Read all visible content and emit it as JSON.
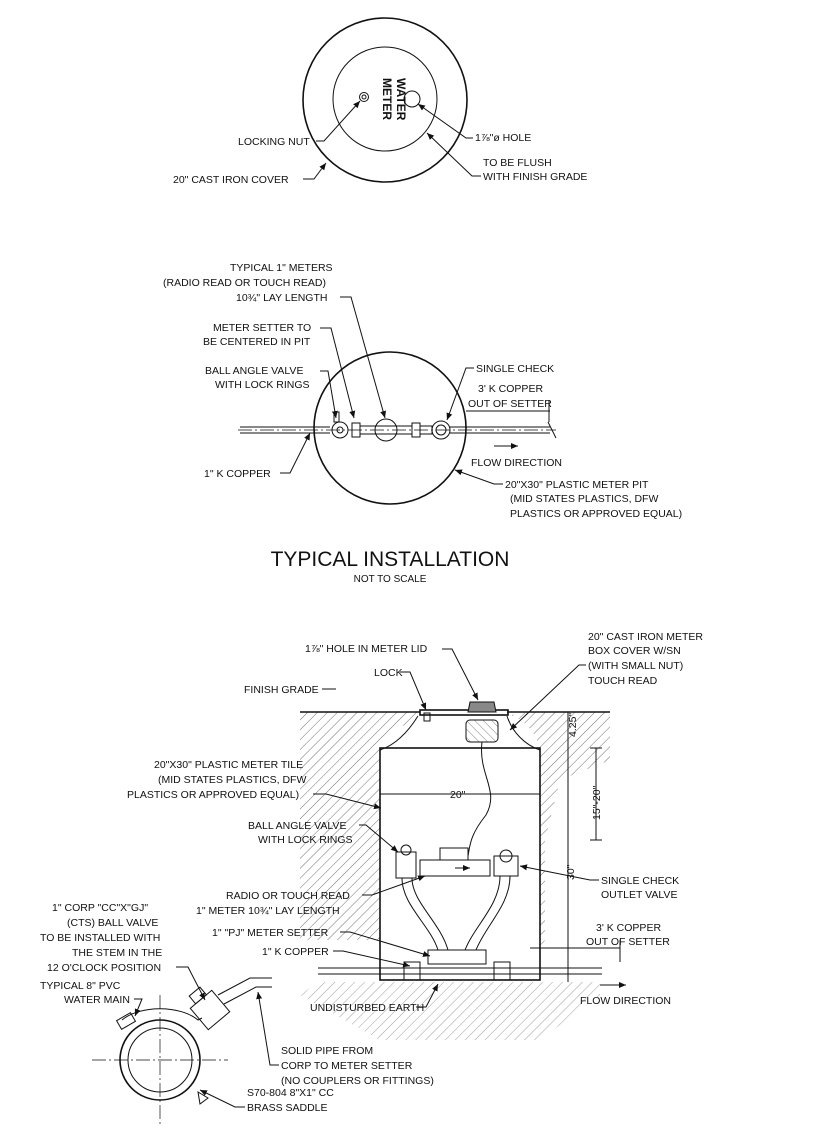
{
  "cover_view": {
    "lid_text_1": "WATER",
    "lid_text_2": "METER",
    "locking_nut": "LOCKING NUT",
    "cast_iron_cover": "20\" CAST IRON COVER",
    "hole": "1⅞\"ø HOLE",
    "flush_1": "TO BE FLUSH",
    "flush_2": "WITH FINISH GRADE"
  },
  "plan_view": {
    "meters_1": "TYPICAL 1\" METERS",
    "meters_2": "(RADIO READ OR TOUCH READ)",
    "meters_3": "10¾\" LAY LENGTH",
    "setter_1": "METER SETTER TO",
    "setter_2": "BE CENTERED IN PIT",
    "ball_1": "BALL ANGLE VALVE",
    "ball_2": "WITH LOCK RINGS",
    "single_check": "SINGLE CHECK",
    "copper_out_1": "3' K COPPER",
    "copper_out_2": "OUT OF SETTER",
    "k_copper": "1\" K COPPER",
    "flow": "FLOW DIRECTION",
    "pit_1": "20\"X30\" PLASTIC METER PIT",
    "pit_2": "(MID STATES PLASTICS, DFW",
    "pit_3": "PLASTICS OR APPROVED EQUAL)"
  },
  "title": {
    "main": "TYPICAL INSTALLATION",
    "sub": "NOT TO SCALE"
  },
  "section_view": {
    "hole_lid": "1⅞\" HOLE IN METER LID",
    "lock": "LOCK",
    "finish_grade": "FINISH GRADE",
    "box_cover_1": "20\" CAST IRON METER",
    "box_cover_2": "BOX COVER W/SN",
    "box_cover_3": "(WITH SMALL NUT)",
    "box_cover_4": "TOUCH READ",
    "tile_1": "20\"X30\" PLASTIC METER TILE",
    "tile_2": "(MID STATES PLASTICS, DFW",
    "tile_3": "PLASTICS OR APPROVED EQUAL)",
    "dim_425": "4.25\"",
    "dim_1520": "15\"-20\"",
    "dim_20": "20\"",
    "dim_30": "30\"",
    "ball_1": "BALL ANGLE VALVE",
    "ball_2": "WITH LOCK RINGS",
    "check_1": "SINGLE CHECK",
    "check_2": "OUTLET VALVE",
    "radio_1": "RADIO OR TOUCH READ",
    "radio_2": "1\" METER 10¾\" LAY LENGTH",
    "pj_setter": "1\" \"PJ\" METER SETTER",
    "k_copper": "1\" K COPPER",
    "copper_out_1": "3' K COPPER",
    "copper_out_2": "OUT OF SETTER",
    "flow": "FLOW DIRECTION",
    "earth": "UNDISTURBED EARTH",
    "corp_1": "1\" CORP \"CC\"X\"GJ\"",
    "corp_2": "(CTS) BALL VALVE",
    "corp_3": "TO BE INSTALLED WITH",
    "corp_4": "THE STEM IN THE",
    "corp_5": "12 O'CLOCK POSITION",
    "main_1": "TYPICAL 8\" PVC",
    "main_2": "WATER MAIN",
    "solid_1": "SOLID PIPE FROM",
    "solid_2": "CORP TO METER SETTER",
    "solid_3": "(NO COUPLERS OR FITTINGS)",
    "saddle_1": "S70-804 8\"X1\" CC",
    "saddle_2": "BRASS SADDLE"
  }
}
